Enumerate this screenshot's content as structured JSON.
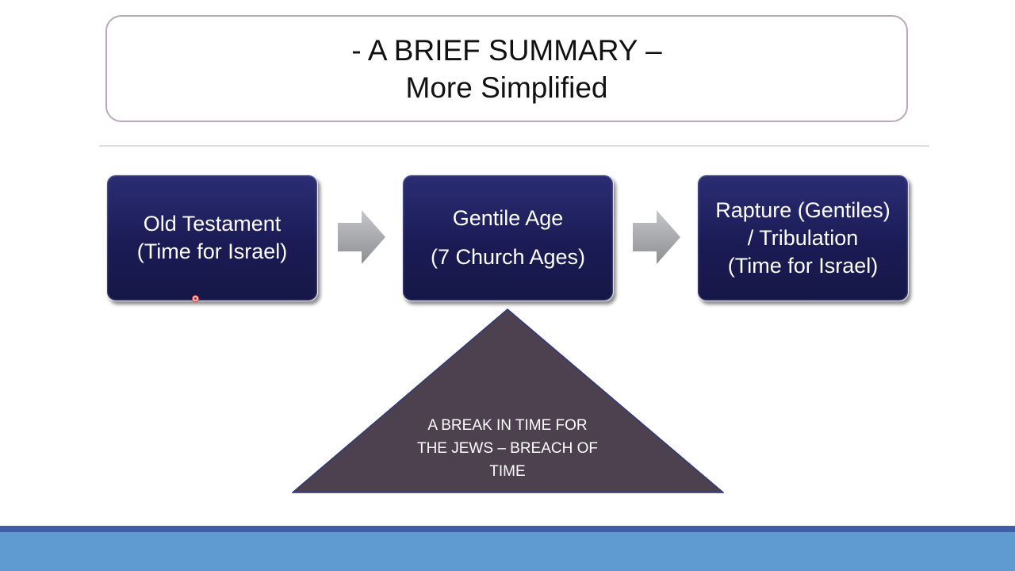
{
  "title": {
    "line1": "- A BRIEF SUMMARY –",
    "line2": "More Simplified"
  },
  "boxes": [
    {
      "lines": [
        "Old Testament",
        "(Time for Israel)"
      ]
    },
    {
      "lines": [
        "Gentile Age",
        "(7 Church Ages)"
      ]
    },
    {
      "lines": [
        "Rapture (Gentiles)",
        "/ Tribulation",
        "(Time for Israel)"
      ]
    }
  ],
  "triangle": {
    "lines": [
      "A BREAK IN TIME FOR",
      "THE JEWS – BREACH OF",
      "TIME"
    ]
  },
  "colors": {
    "box_fill": "#1e1f5e",
    "triangle_fill": "#4d404f",
    "arrow_fill": "#a7a9ad",
    "footer": "#5f9bd0",
    "footer_stripe": "#3c5fa8"
  }
}
